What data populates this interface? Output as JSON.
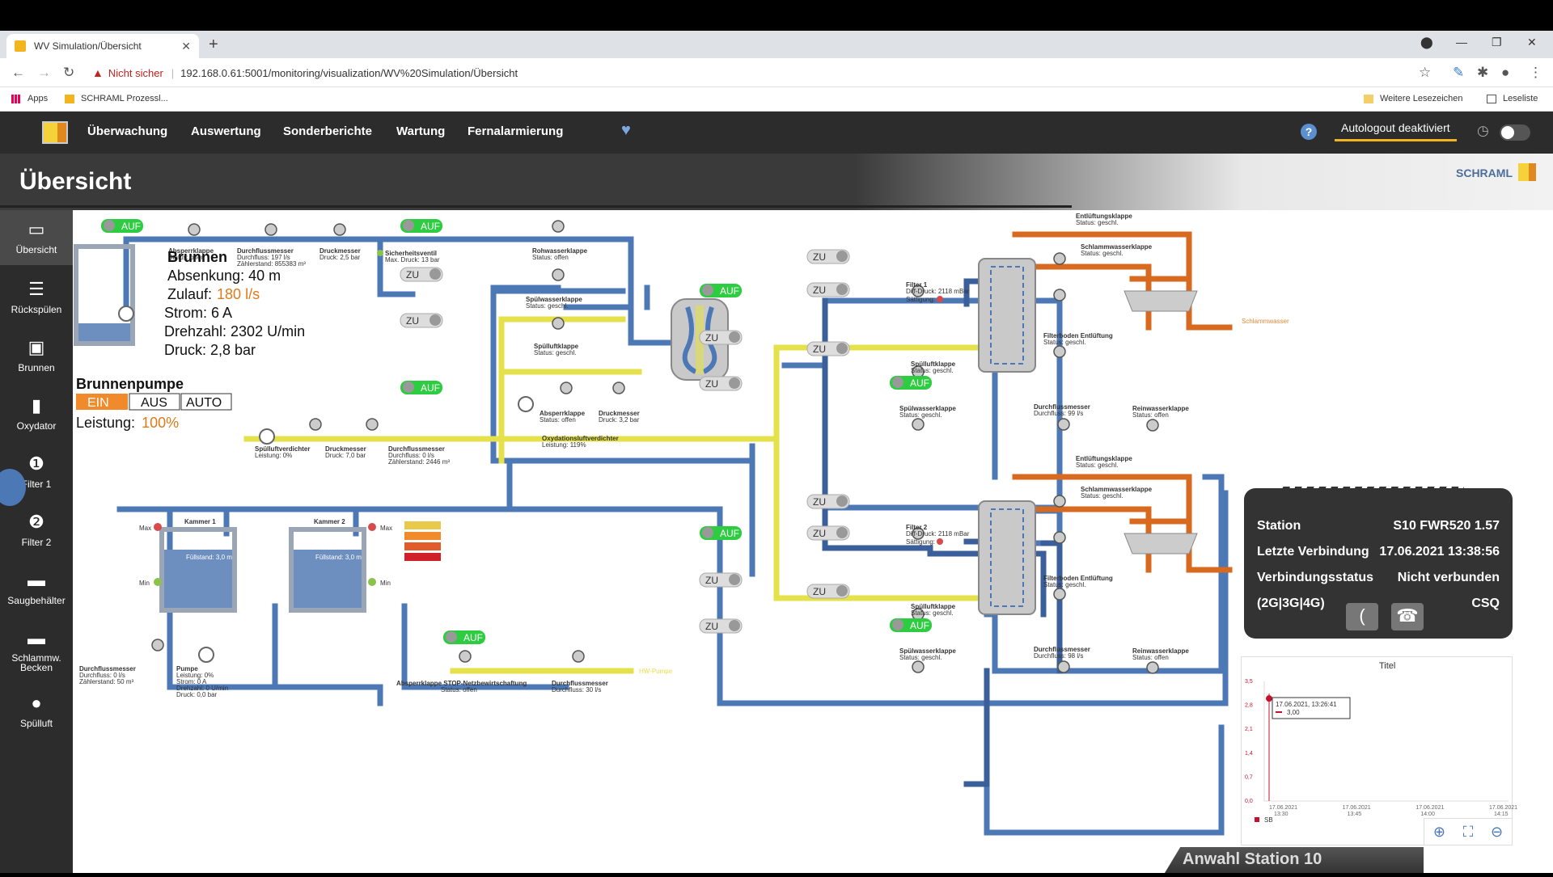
{
  "browser": {
    "tab_title": "WV Simulation/Übersicht",
    "not_secure": "Nicht sicher",
    "url": "192.168.0.61:5001/monitoring/visualization/WV%20Simulation/Übersicht",
    "bookmarks": [
      "Apps",
      "SCHRAML Prozessl..."
    ],
    "bookmarks_right": [
      "Weitere Lesezeichen",
      "Leseliste"
    ]
  },
  "header": {
    "menu": [
      "Überwachung",
      "Auswertung",
      "Sonderberichte",
      "Wartung",
      "Fernalarmierung"
    ],
    "autologout": "Autologout deaktiviert",
    "brand": "SCHRAML"
  },
  "page_title": "Übersicht",
  "sidebar": [
    {
      "label": "Übersicht",
      "icon": "image-icon"
    },
    {
      "label": "Rückspülen",
      "icon": "list-icon"
    },
    {
      "label": "Brunnen",
      "icon": "well-icon"
    },
    {
      "label": "Oxydator",
      "icon": "tank-icon"
    },
    {
      "label": "Filter 1",
      "icon": "filter-icon"
    },
    {
      "label": "Filter 2",
      "icon": "filter-icon"
    },
    {
      "label": "Saugbehälter",
      "icon": "basin-icon"
    },
    {
      "label": "Schlammw.\nBecken",
      "icon": "basin-icon"
    },
    {
      "label": "Spülluft",
      "icon": "blower-icon"
    }
  ],
  "brunnen": {
    "title": "Brunnen",
    "absenkung": "Absenkung: 40 m",
    "zulauf_label": "Zulauf:",
    "zulauf_value": "180 l/s",
    "strom": "Strom: 6 A",
    "drehzahl": "Drehzahl: 2302 U/min",
    "druck": "Druck: 2,8 bar",
    "pumpe_title": "Brunnenpumpe",
    "modes": [
      "EIN",
      "AUS",
      "AUTO"
    ],
    "leistung_label": "Leistung:",
    "leistung_value": "100%"
  },
  "states": {
    "auf": "AUF",
    "zu": "ZU"
  },
  "labels": {
    "absperrklappe": "Absperrklappe",
    "status_offen": "Status: offen",
    "status_geschl": "Status: geschl.",
    "durchflussmesser": "Durchflussmesser",
    "df_197": "Durchfluss: 197 l/s",
    "zaehler_855383": "Zählerstand: 855383 m³",
    "druckmesser": "Druckmesser",
    "druck_25": "Druck: 2,5 bar",
    "sicherheitsventil": "Sicherheitsventil",
    "max_druck": "Max. Druck: 13 bar",
    "rohwasserklappe": "Rohwasserklappe",
    "spuelwasserklappe": "Spülwasserklappe",
    "spuelluftklappe": "Spülluftklappe",
    "absperrklappe2": "Absperrklappe",
    "status_offen2": "Status: offen",
    "druckmesser2": "Druckmesser",
    "druck_32": "Druck: 3,2 bar",
    "oxyd_verdichter": "Oxydationsluftverdichter",
    "leistung_119": "Leistung: 119%",
    "spuelluftverdichter": "Spülluftverdichter",
    "leistung_0": "Leistung: 0%",
    "druck_70": "Druck: 7,0 bar",
    "df_0": "Durchfluss: 0 l/s",
    "zaehler_2446": "Zählerstand: 2446 m³",
    "kammer1": "Kammer 1",
    "kammer2": "Kammer 2",
    "fuellstand": "Füllstand: 3,0 m",
    "max": "Max",
    "min": "Min",
    "pumpe": "Pumpe",
    "pumpe_strom": "Strom: 0 A",
    "pumpe_drehzahl": "Drehzahl: 0 U/min",
    "pumpe_druck": "Druck: 0,0 bar",
    "zaehler_50": "Zählerstand: 50 m³",
    "absperr_stop": "Absperrklappe STOP-Netzbewirtschaftung",
    "df_30": "Durchfluss: 30 l/s",
    "reinwasserklappe": "Reinwasserklappe",
    "filter1": "Filter 1",
    "filter2": "Filter 2",
    "diff_druck": "Diff-Druck: 2118 mBar",
    "saettigung": "Sättigung:",
    "entlueftungsklappe": "Entlüftungsklappe",
    "schlammwasserklappe": "Schlammwasserklappe",
    "filterboden": "Filterboden Entlüftung",
    "df_99": "Durchfluss: 99 l/s",
    "df_98": "Durchfluss: 98 l/s",
    "hw_pumpe": "HW-Pumpe",
    "schlammwasser": "Schlammwasser"
  },
  "station": {
    "rows": [
      {
        "k": "Station",
        "v": "S10 FWR520 1.57"
      },
      {
        "k": "Letzte Verbindung",
        "v": "17.06.2021 13:38:56"
      },
      {
        "k": "Verbindungsstatus",
        "v": "Nicht verbunden"
      },
      {
        "k": "(2G|3G|4G)",
        "v": "CSQ"
      }
    ],
    "anwahl": "Anwahl Station 10"
  },
  "trend": {
    "title": "Titel",
    "tooltip_time": "17.06.2021, 13:26:41",
    "tooltip_value": "3,00",
    "legend": "SB",
    "chart_data": {
      "type": "line",
      "title": "Titel",
      "x": [
        "17.06.2021 13:30",
        "17.06.2021 13:45",
        "17.06.2021 14:00",
        "17.06.2021 14:15"
      ],
      "y_ticks": [
        "0,0",
        "0,7",
        "1,4",
        "2,1",
        "2,8",
        "3,5"
      ],
      "series": [
        {
          "name": "SB",
          "values": [
            3.0,
            3.0,
            3.0,
            3.0
          ]
        }
      ],
      "ylim": [
        0,
        3.5
      ],
      "accent": "#c8102e"
    }
  },
  "colors": {
    "water": "#4d78b6",
    "air": "#e9e64a",
    "sludge": "#d86a20",
    "on": "#2ecc40"
  }
}
